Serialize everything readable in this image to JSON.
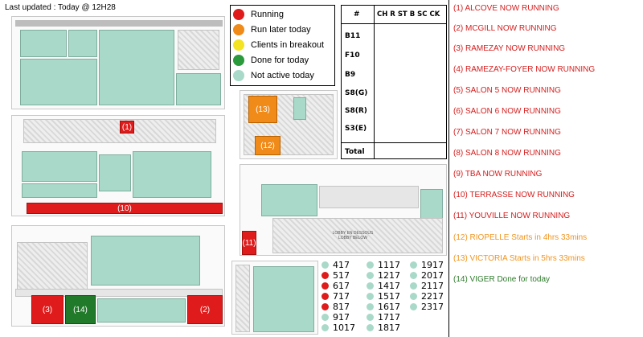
{
  "last_updated": "Last updated : Today @ 12H28",
  "colors": {
    "running": "#e01b1b",
    "run_later": "#f08a18",
    "breakout": "#f3e322",
    "done": "#2a9a3d",
    "not_active": "#a9d9c9"
  },
  "legend": [
    {
      "label": "Running",
      "status": "running"
    },
    {
      "label": "Run later today",
      "status": "run_later"
    },
    {
      "label": "Clients in breakout",
      "status": "breakout"
    },
    {
      "label": "Done for today",
      "status": "done"
    },
    {
      "label": "Not active today",
      "status": "not_active"
    }
  ],
  "summary_table": {
    "hash": "#",
    "header": "CH R ST B SC CK",
    "rows": [
      "B11",
      "F10",
      "B9",
      "S8(G)",
      "S8(R)",
      "S3(E)"
    ],
    "total": "Total"
  },
  "map_labels": {
    "alcove": "(1)",
    "terrasse": "(10)",
    "ramezay": "(3)",
    "viger": "(14)",
    "mcgill": "(2)",
    "victoria": "(13)",
    "riopelle": "(12)",
    "youville": "(11)",
    "lobby": "LOBBY EN DESSOUS LOBBY BELOW"
  },
  "room_status": [
    {
      "text": "(1) ALCOVE  NOW RUNNING",
      "status": "running"
    },
    {
      "text": "(2) MCGILL  NOW RUNNING",
      "status": "running"
    },
    {
      "text": "(3) RAMEZAY  NOW RUNNING",
      "status": "running"
    },
    {
      "text": "(4) RAMEZAY-FOYER  NOW RUNNING",
      "status": "running"
    },
    {
      "text": "(5) SALON 5  NOW RUNNING",
      "status": "running"
    },
    {
      "text": "(6) SALON 6  NOW RUNNING",
      "status": "running"
    },
    {
      "text": "(7) SALON 7  NOW RUNNING",
      "status": "running"
    },
    {
      "text": "(8) SALON 8  NOW RUNNING",
      "status": "running"
    },
    {
      "text": "(9) TBA  NOW RUNNING",
      "status": "running"
    },
    {
      "text": "(10) TERRASSE  NOW RUNNING",
      "status": "running"
    },
    {
      "text": "(11) YOUVILLE  NOW RUNNING",
      "status": "running"
    },
    {
      "text": "(12) RIOPELLE  Starts in 4hrs 33mins",
      "status": "later"
    },
    {
      "text": "(13) VICTORIA  Starts in 5hrs 33mins",
      "status": "later"
    },
    {
      "text": "(14) VIGER  Done for today",
      "status": "done"
    }
  ],
  "room_numbers": [
    {
      "label": "417",
      "status": "not_active"
    },
    {
      "label": "517",
      "status": "running"
    },
    {
      "label": "617",
      "status": "running"
    },
    {
      "label": "717",
      "status": "running"
    },
    {
      "label": "817",
      "status": "running"
    },
    {
      "label": "917",
      "status": "not_active"
    },
    {
      "label": "1017",
      "status": "not_active"
    },
    {
      "label": "1117",
      "status": "not_active"
    },
    {
      "label": "1217",
      "status": "not_active"
    },
    {
      "label": "1417",
      "status": "not_active"
    },
    {
      "label": "1517",
      "status": "not_active"
    },
    {
      "label": "1617",
      "status": "not_active"
    },
    {
      "label": "1717",
      "status": "not_active"
    },
    {
      "label": "1817",
      "status": "not_active"
    },
    {
      "label": "1917",
      "status": "not_active"
    },
    {
      "label": "2017",
      "status": "not_active"
    },
    {
      "label": "2117",
      "status": "not_active"
    },
    {
      "label": "2217",
      "status": "not_active"
    },
    {
      "label": "2317",
      "status": "not_active"
    }
  ]
}
